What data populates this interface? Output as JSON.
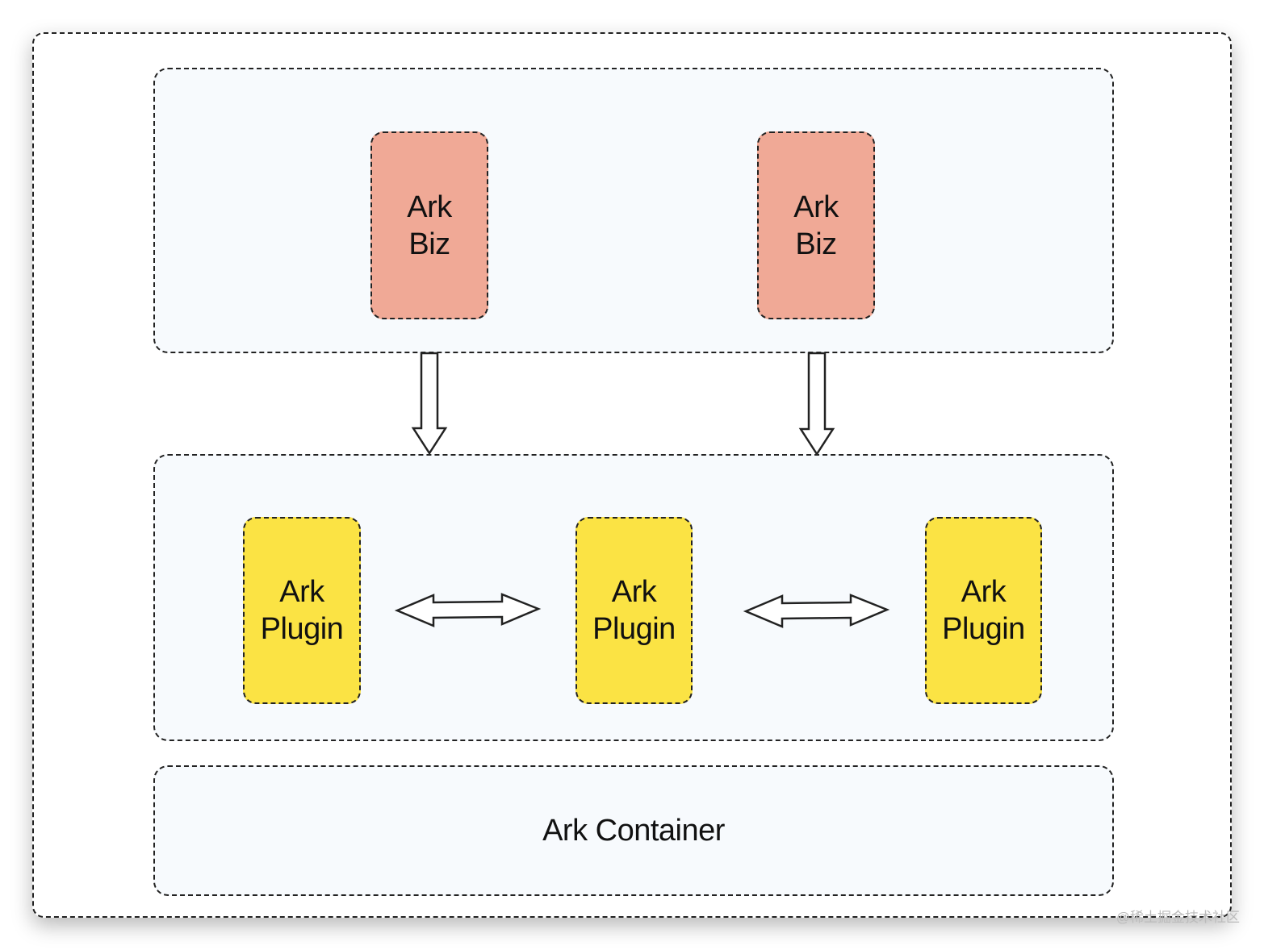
{
  "diagram": {
    "biz_layer": {
      "nodes": [
        {
          "label": "Ark\nBiz"
        },
        {
          "label": "Ark\nBiz"
        }
      ]
    },
    "plugin_layer": {
      "nodes": [
        {
          "label": "Ark\nPlugin"
        },
        {
          "label": "Ark\nPlugin"
        },
        {
          "label": "Ark\nPlugin"
        }
      ]
    },
    "container_layer": {
      "label": "Ark Container"
    },
    "colors": {
      "biz_fill": "#f0a996",
      "plugin_fill": "#fbe344",
      "group_fill": "#f7fafd",
      "stroke": "#222222"
    }
  },
  "watermark": "@稀土掘金技术社区"
}
